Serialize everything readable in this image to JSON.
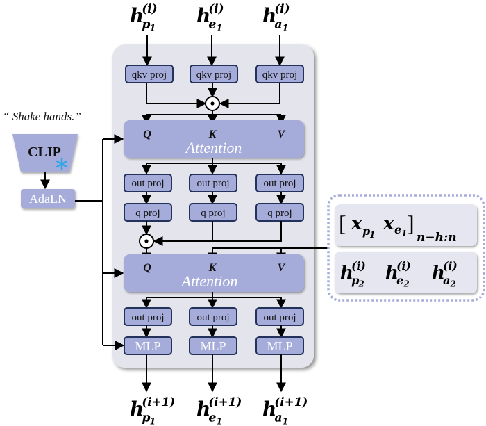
{
  "colors": {
    "panel_bg": "#e4e4ec",
    "box_fill": "#a6acd9",
    "box_stroke": "#22325a",
    "attention_fill": "#a6acd9",
    "arrow": "#000000",
    "dotted_border": "#a6acd9",
    "snowflake": "#2aa6e8"
  },
  "inputs": [
    {
      "base": "h",
      "sup": "(i)",
      "sub": "p",
      "subsub": "1"
    },
    {
      "base": "h",
      "sup": "(i)",
      "sub": "e",
      "subsub": "1"
    },
    {
      "base": "h",
      "sup": "(i)",
      "sub": "a",
      "subsub": "1"
    }
  ],
  "outputs": [
    {
      "base": "h",
      "sup": "(i+1)",
      "sub": "p",
      "subsub": "1"
    },
    {
      "base": "h",
      "sup": "(i+1)",
      "sub": "e",
      "subsub": "1"
    },
    {
      "base": "h",
      "sup": "(i+1)",
      "sub": "a",
      "subsub": "1"
    }
  ],
  "block": {
    "qkv_proj_label": "qkv proj",
    "out_proj_label": "out proj",
    "q_proj_label": "q proj",
    "mlp_label": "MLP",
    "attention_label": "Attention",
    "q_label": "Q",
    "k_label": "K",
    "v_label": "V",
    "hadamard_symbol": "⊙"
  },
  "conditioning": {
    "prompt": "“ Shake hands.”",
    "encoder_label": "CLIP",
    "frozen_icon": "snowflake-icon",
    "adaln_label": "AdaLN"
  },
  "context": {
    "history": {
      "open": "[",
      "x1": "x",
      "x1_sub": "p",
      "x1_subsub": "1",
      "x2": "x",
      "x2_sub": "e",
      "x2_subsub": "1",
      "close": "]",
      "range": "n−h:n"
    },
    "second_person": [
      {
        "base": "h",
        "sup": "(i)",
        "sub": "p",
        "subsub": "2"
      },
      {
        "base": "h",
        "sup": "(i)",
        "sub": "e",
        "subsub": "2"
      },
      {
        "base": "h",
        "sup": "(i)",
        "sub": "a",
        "subsub": "2"
      }
    ]
  }
}
